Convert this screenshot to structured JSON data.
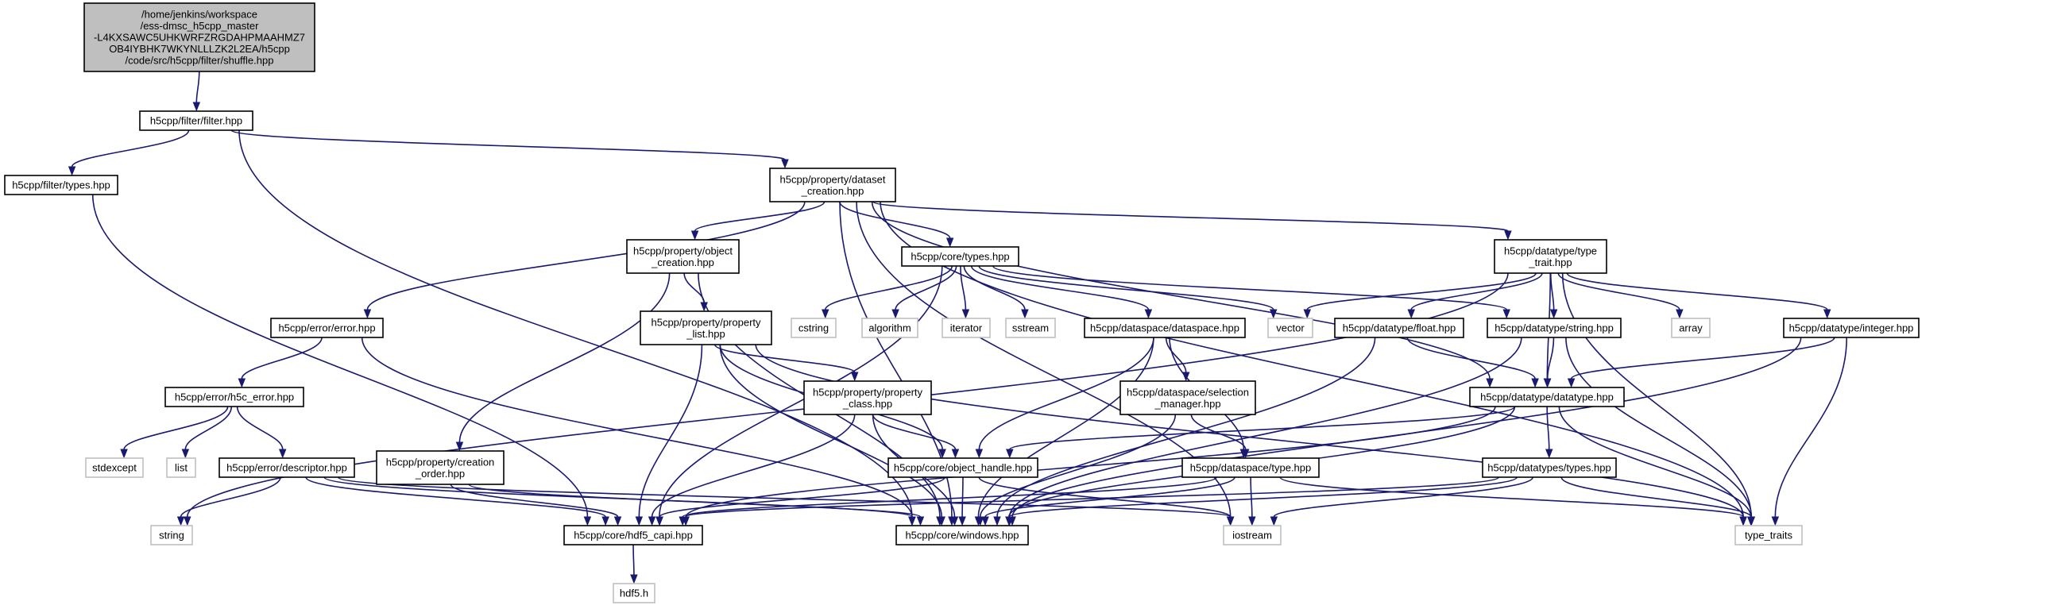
{
  "colors": {
    "edge": "#191970",
    "root_fill": "#bfbfbf",
    "node_border": "#000000",
    "system_border": "#bfbfbf"
  },
  "nodes": {
    "root": [
      "/home/jenkins/workspace",
      "/ess-dmsc_h5cpp_master",
      "-L4KXSAWC5UHKWRFZRGDAHPMAAHMZ7",
      "OB4IYBHK7WKYNLLLZK2L2EA/h5cpp",
      "/code/src/h5cpp/filter/shuffle.hpp"
    ],
    "filter_filter": [
      "h5cpp/filter/filter.hpp"
    ],
    "filter_types": [
      "h5cpp/filter/types.hpp"
    ],
    "dataset_creation": [
      "h5cpp/property/dataset",
      "_creation.hpp"
    ],
    "object_creation": [
      "h5cpp/property/object",
      "_creation.hpp"
    ],
    "core_types": [
      "h5cpp/core/types.hpp"
    ],
    "type_trait": [
      "h5cpp/datatype/type",
      "_trait.hpp"
    ],
    "error_error": [
      "h5cpp/error/error.hpp"
    ],
    "property_list": [
      "h5cpp/property/property",
      "_list.hpp"
    ],
    "cstring": [
      "cstring"
    ],
    "algorithm": [
      "algorithm"
    ],
    "iterator": [
      "iterator"
    ],
    "sstream": [
      "sstream"
    ],
    "dataspace": [
      "h5cpp/dataspace/dataspace.hpp"
    ],
    "vector": [
      "vector"
    ],
    "float": [
      "h5cpp/datatype/float.hpp"
    ],
    "string_hpp": [
      "h5cpp/datatype/string.hpp"
    ],
    "array": [
      "array"
    ],
    "integer": [
      "h5cpp/datatype/integer.hpp"
    ],
    "h5c_error": [
      "h5cpp/error/h5c_error.hpp"
    ],
    "property_class": [
      "h5cpp/property/property",
      "_class.hpp"
    ],
    "selection_manager": [
      "h5cpp/dataspace/selection",
      "_manager.hpp"
    ],
    "datatype": [
      "h5cpp/datatype/datatype.hpp"
    ],
    "stdexcept": [
      "stdexcept"
    ],
    "list": [
      "list"
    ],
    "descriptor": [
      "h5cpp/error/descriptor.hpp"
    ],
    "creation_order": [
      "h5cpp/property/creation",
      "_order.hpp"
    ],
    "object_handle": [
      "h5cpp/core/object_handle.hpp"
    ],
    "ds_type": [
      "h5cpp/dataspace/type.hpp"
    ],
    "dt_types": [
      "h5cpp/datatypes/types.hpp"
    ],
    "string_std": [
      "string"
    ],
    "hdf5_capi": [
      "h5cpp/core/hdf5_capi.hpp"
    ],
    "windows": [
      "h5cpp/core/windows.hpp"
    ],
    "iostream": [
      "iostream"
    ],
    "type_traits": [
      "type_traits"
    ],
    "hdf5_h": [
      "hdf5.h"
    ]
  },
  "edges": [
    [
      "root",
      "filter_filter"
    ],
    [
      "filter_filter",
      "filter_types"
    ],
    [
      "filter_filter",
      "dataset_creation"
    ],
    [
      "filter_filter",
      "windows"
    ],
    [
      "filter_types",
      "hdf5_capi"
    ],
    [
      "dataset_creation",
      "object_creation"
    ],
    [
      "dataset_creation",
      "core_types"
    ],
    [
      "dataset_creation",
      "type_trait"
    ],
    [
      "dataset_creation",
      "error_error"
    ],
    [
      "dataset_creation",
      "windows"
    ],
    [
      "dataset_creation",
      "datatype"
    ],
    [
      "dataset_creation",
      "iostream"
    ],
    [
      "dataset_creation",
      "type_traits"
    ],
    [
      "object_creation",
      "property_list"
    ],
    [
      "object_creation",
      "creation_order"
    ],
    [
      "object_creation",
      "windows"
    ],
    [
      "core_types",
      "cstring"
    ],
    [
      "core_types",
      "algorithm"
    ],
    [
      "core_types",
      "iterator"
    ],
    [
      "core_types",
      "sstream"
    ],
    [
      "core_types",
      "dataspace"
    ],
    [
      "core_types",
      "vector"
    ],
    [
      "core_types",
      "string_hpp"
    ],
    [
      "core_types",
      "hdf5_capi"
    ],
    [
      "type_trait",
      "vector"
    ],
    [
      "type_trait",
      "float"
    ],
    [
      "type_trait",
      "string_hpp"
    ],
    [
      "type_trait",
      "array"
    ],
    [
      "type_trait",
      "integer"
    ],
    [
      "type_trait",
      "datatype"
    ],
    [
      "type_trait",
      "string_std"
    ],
    [
      "type_trait",
      "type_traits"
    ],
    [
      "error_error",
      "h5c_error"
    ],
    [
      "error_error",
      "windows"
    ],
    [
      "property_list",
      "property_class"
    ],
    [
      "property_list",
      "object_handle"
    ],
    [
      "property_list",
      "hdf5_capi"
    ],
    [
      "property_list",
      "windows"
    ],
    [
      "property_list",
      "type_traits"
    ],
    [
      "dataspace",
      "selection_manager"
    ],
    [
      "dataspace",
      "ds_type"
    ],
    [
      "dataspace",
      "object_handle"
    ],
    [
      "dataspace",
      "windows"
    ],
    [
      "float",
      "datatype"
    ],
    [
      "float",
      "windows"
    ],
    [
      "string_hpp",
      "datatype"
    ],
    [
      "string_hpp",
      "windows"
    ],
    [
      "string_hpp",
      "type_traits"
    ],
    [
      "integer",
      "datatype"
    ],
    [
      "integer",
      "windows"
    ],
    [
      "integer",
      "type_traits"
    ],
    [
      "h5c_error",
      "stdexcept"
    ],
    [
      "h5c_error",
      "list"
    ],
    [
      "h5c_error",
      "descriptor"
    ],
    [
      "property_class",
      "object_handle"
    ],
    [
      "property_class",
      "hdf5_capi"
    ],
    [
      "property_class",
      "windows"
    ],
    [
      "selection_manager",
      "ds_type"
    ],
    [
      "selection_manager",
      "windows"
    ],
    [
      "datatype",
      "object_handle"
    ],
    [
      "datatype",
      "dt_types"
    ],
    [
      "datatype",
      "hdf5_capi"
    ],
    [
      "datatype",
      "windows"
    ],
    [
      "datatype",
      "type_traits"
    ],
    [
      "descriptor",
      "string_std"
    ],
    [
      "descriptor",
      "hdf5_capi"
    ],
    [
      "descriptor",
      "windows"
    ],
    [
      "descriptor",
      "iostream"
    ],
    [
      "creation_order",
      "hdf5_capi"
    ],
    [
      "creation_order",
      "windows"
    ],
    [
      "object_handle",
      "hdf5_capi"
    ],
    [
      "object_handle",
      "windows"
    ],
    [
      "object_handle",
      "iostream"
    ],
    [
      "ds_type",
      "hdf5_capi"
    ],
    [
      "ds_type",
      "windows"
    ],
    [
      "ds_type",
      "iostream"
    ],
    [
      "ds_type",
      "type_traits"
    ],
    [
      "dt_types",
      "hdf5_capi"
    ],
    [
      "dt_types",
      "windows"
    ],
    [
      "dt_types",
      "iostream"
    ],
    [
      "dt_types",
      "type_traits"
    ],
    [
      "hdf5_capi",
      "hdf5_h"
    ]
  ]
}
